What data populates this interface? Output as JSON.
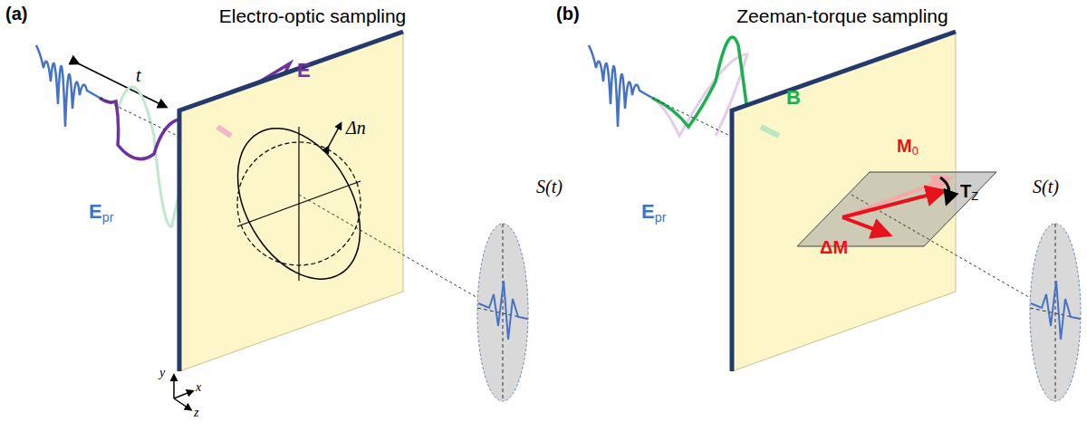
{
  "diagram": {
    "labels": [
      "(a)",
      "Electro-optic sampling",
      "t",
      "E",
      "Δn",
      "Epr",
      "y",
      "x",
      "z",
      "S(t)",
      "(b)",
      "Zeeman-torque sampling",
      "Epr",
      "B",
      "M0",
      "TZ",
      "ΔM",
      "S(t)"
    ]
  }
}
